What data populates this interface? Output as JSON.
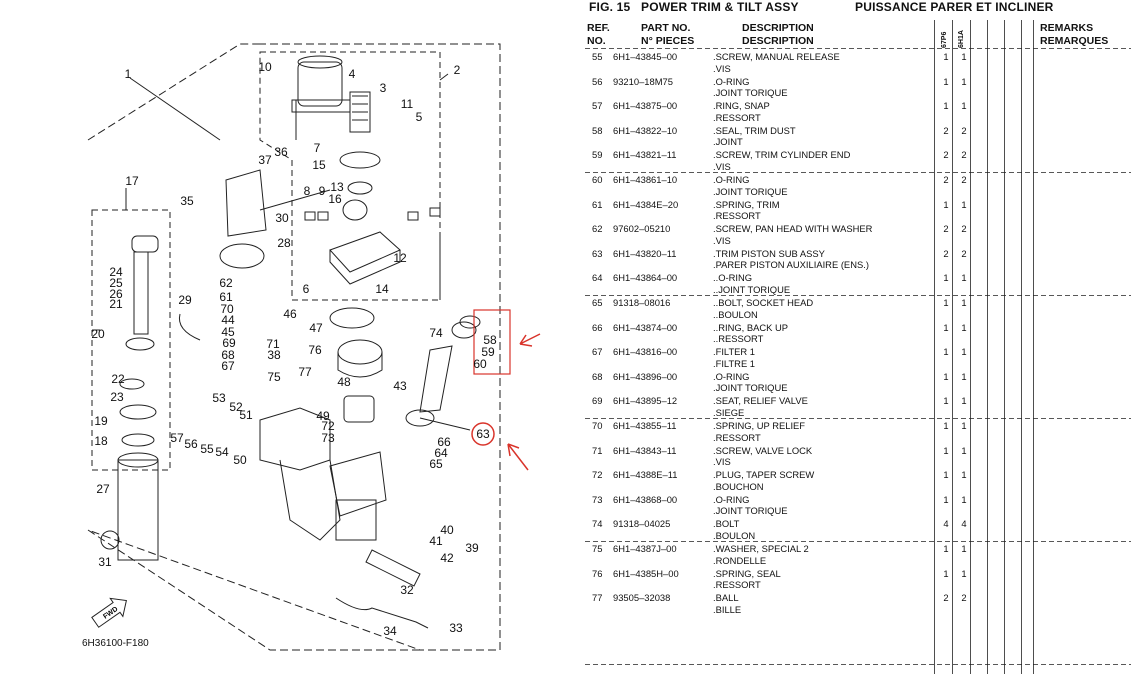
{
  "figure": {
    "number_label": "FIG.  15",
    "title_en": "POWER TRIM & TILT ASSY",
    "title_fr": "PUISSANCE PARER ET INCLINER"
  },
  "table_headers": {
    "ref_1": "REF.",
    "ref_2": "NO.",
    "part_1": "PART NO.",
    "part_2": "N° PIECES",
    "desc_1": "DESCRIPTION",
    "desc_2": "DESCRIPTION",
    "model_1": "67P6",
    "model_2": "6H1A",
    "remarks_1": "REMARKS",
    "remarks_2": "REMARQUES"
  },
  "rows": [
    {
      "ref": "55",
      "part": "6H1–43845–00",
      "en": ".SCREW, MANUAL RELEASE",
      "fr": ".VIS",
      "q1": "1",
      "q2": "1"
    },
    {
      "ref": "56",
      "part": "93210–18M75",
      "en": ".O-RING",
      "fr": ".JOINT TORIQUE",
      "q1": "1",
      "q2": "1"
    },
    {
      "ref": "57",
      "part": "6H1–43875–00",
      "en": ".RING, SNAP",
      "fr": ".RESSORT",
      "q1": "1",
      "q2": "1"
    },
    {
      "ref": "58",
      "part": "6H1–43822–10",
      "en": ".SEAL, TRIM DUST",
      "fr": ".JOINT",
      "q1": "2",
      "q2": "2"
    },
    {
      "ref": "59",
      "part": "6H1–43821–11",
      "en": ".SCREW, TRIM CYLINDER END",
      "fr": ".VIS",
      "q1": "2",
      "q2": "2"
    },
    {
      "ref": "60",
      "part": "6H1–43861–10",
      "en": ".O-RING",
      "fr": ".JOINT TORIQUE",
      "q1": "2",
      "q2": "2"
    },
    {
      "ref": "61",
      "part": "6H1–4384E–20",
      "en": ".SPRING, TRIM",
      "fr": ".RESSORT",
      "q1": "1",
      "q2": "1"
    },
    {
      "ref": "62",
      "part": "97602–05210",
      "en": ".SCREW, PAN HEAD WITH WASHER",
      "fr": ".VIS",
      "q1": "2",
      "q2": "2"
    },
    {
      "ref": "63",
      "part": "6H1–43820–11",
      "en": ".TRIM PISTON SUB ASSY",
      "fr": ".PARER PISTON AUXILIAIRE (ENS.)",
      "q1": "2",
      "q2": "2"
    },
    {
      "ref": "64",
      "part": "6H1–43864–00",
      "en": "..O-RING",
      "fr": "..JOINT TORIQUE",
      "q1": "1",
      "q2": "1"
    },
    {
      "ref": "65",
      "part": "91318–08016",
      "en": "..BOLT, SOCKET HEAD",
      "fr": "..BOULON",
      "q1": "1",
      "q2": "1"
    },
    {
      "ref": "66",
      "part": "6H1–43874–00",
      "en": "..RING, BACK UP",
      "fr": "..RESSORT",
      "q1": "1",
      "q2": "1"
    },
    {
      "ref": "67",
      "part": "6H1–43816–00",
      "en": ".FILTER 1",
      "fr": ".FILTRE 1",
      "q1": "1",
      "q2": "1"
    },
    {
      "ref": "68",
      "part": "6H1–43896–00",
      "en": ".O-RING",
      "fr": ".JOINT TORIQUE",
      "q1": "1",
      "q2": "1"
    },
    {
      "ref": "69",
      "part": "6H1–43895–12",
      "en": ".SEAT, RELIEF VALVE",
      "fr": ".SIEGE",
      "q1": "1",
      "q2": "1"
    },
    {
      "ref": "70",
      "part": "6H1–43855–11",
      "en": ".SPRING, UP RELIEF",
      "fr": ".RESSORT",
      "q1": "1",
      "q2": "1"
    },
    {
      "ref": "71",
      "part": "6H1–43843–11",
      "en": ".SCREW, VALVE LOCK",
      "fr": ".VIS",
      "q1": "1",
      "q2": "1"
    },
    {
      "ref": "72",
      "part": "6H1–4388E–11",
      "en": ".PLUG, TAPER SCREW",
      "fr": ".BOUCHON",
      "q1": "1",
      "q2": "1"
    },
    {
      "ref": "73",
      "part": "6H1–43868–00",
      "en": ".O-RING",
      "fr": ".JOINT TORIQUE",
      "q1": "1",
      "q2": "1"
    },
    {
      "ref": "74",
      "part": "91318–04025",
      "en": ".BOLT",
      "fr": ".BOULON",
      "q1": "4",
      "q2": "4"
    },
    {
      "ref": "75",
      "part": "6H1–4387J–00",
      "en": ".WASHER, SPECIAL 2",
      "fr": ".RONDELLE",
      "q1": "1",
      "q2": "1"
    },
    {
      "ref": "76",
      "part": "6H1–4385H–00",
      "en": ".SPRING, SEAL",
      "fr": ".RESSORT",
      "q1": "1",
      "q2": "1"
    },
    {
      "ref": "77",
      "part": "93505–32038",
      "en": ".BALL",
      "fr": ".BILLE",
      "q1": "2",
      "q2": "2"
    }
  ],
  "diagram": {
    "figure_code": "6H36100-F180",
    "fwd_label": "FWD",
    "callouts": [
      "1",
      "2",
      "3",
      "4",
      "5",
      "6",
      "7",
      "8",
      "9",
      "10",
      "11",
      "12",
      "13",
      "14",
      "15",
      "16",
      "17",
      "18",
      "19",
      "20",
      "21",
      "22",
      "23",
      "24",
      "25",
      "26",
      "27",
      "28",
      "29",
      "30",
      "31",
      "32",
      "33",
      "34",
      "35",
      "36",
      "37",
      "38",
      "39",
      "40",
      "41",
      "42",
      "43",
      "44",
      "45",
      "46",
      "47",
      "48",
      "49",
      "50",
      "51",
      "52",
      "53",
      "54",
      "55",
      "56",
      "57",
      "58",
      "59",
      "60",
      "61",
      "62",
      "63",
      "64",
      "65",
      "66",
      "67",
      "68",
      "69",
      "70",
      "71",
      "72",
      "73",
      "74",
      "75",
      "76",
      "77"
    ],
    "highlight_color": "#d9342b"
  }
}
